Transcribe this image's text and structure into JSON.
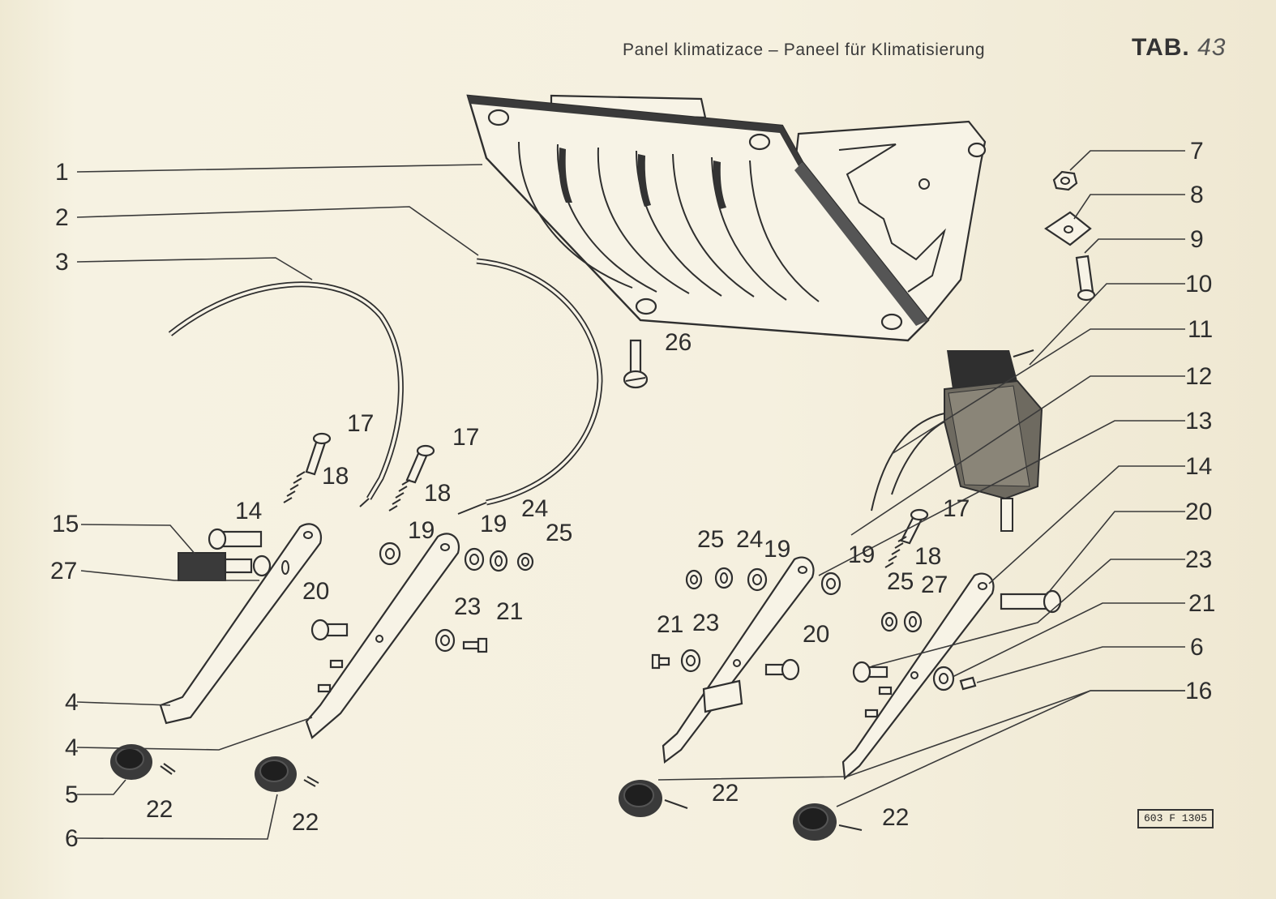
{
  "header": {
    "title": "Panel klimatizace – Paneel für Klimatisierung",
    "tab_prefix": "TAB.",
    "tab_number": "43"
  },
  "reference_code": "603 F 1305",
  "labels": {
    "l1": "1",
    "l2": "2",
    "l3": "3",
    "l4a": "4",
    "l4b": "4",
    "l5": "5",
    "l6a": "6",
    "l6b": "6",
    "l7": "7",
    "l8": "8",
    "l9": "9",
    "l10": "10",
    "l11": "11",
    "l12": "12",
    "l13": "13",
    "l14a": "14",
    "l14b": "14",
    "l15": "15",
    "l16": "16",
    "l17a": "17",
    "l17b": "17",
    "l17c": "17",
    "l18a": "18",
    "l18b": "18",
    "l18c": "18",
    "l19a": "19",
    "l19b": "19",
    "l19c": "19",
    "l19d": "19",
    "l20a": "20",
    "l20b": "20",
    "l20c": "20",
    "l21a": "21",
    "l21b": "21",
    "l21c": "21",
    "l22a": "22",
    "l22b": "22",
    "l22c": "22",
    "l22d": "22",
    "l23a": "23",
    "l23b": "23",
    "l23c": "23",
    "l24a": "24",
    "l24b": "24",
    "l25a": "25",
    "l25b": "25",
    "l25c": "25",
    "l26": "26",
    "l27a": "27",
    "l27b": "27"
  }
}
